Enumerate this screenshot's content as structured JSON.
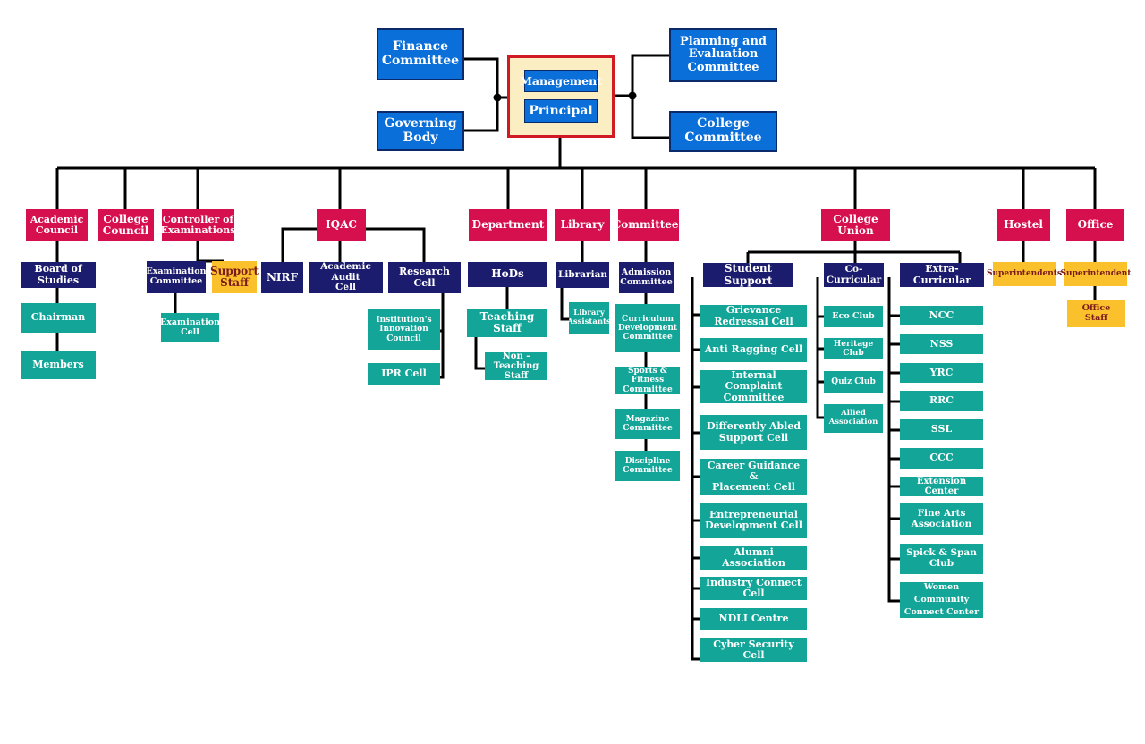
{
  "top": {
    "finance_committee": "Finance\nCommittee",
    "governing_body": "Governing\nBody",
    "management": "Management",
    "principal": "Principal",
    "planning_evaluation": "Planning and\nEvaluation\nCommittee",
    "college_committee": "College\nCommittee"
  },
  "academic_council": {
    "title": "Academic\nCouncil",
    "board_of_studies": "Board of Studies",
    "chairman": "Chairman",
    "members": "Members"
  },
  "college_council": {
    "title": "College\nCouncil"
  },
  "controller": {
    "title": "Controller of\nExaminations",
    "examination_committee": "Examination\nCommittee",
    "examination_cell": "Examination\nCell",
    "support_staff": "Support\nStaff"
  },
  "iqac": {
    "title": "IQAC",
    "nirf": "NIRF",
    "academic_audit_cell": "Academic Audit\nCell",
    "research_cell": "Research Cell",
    "innovation_council": "Institution's\nInnovation Council",
    "ipr_cell": "IPR Cell"
  },
  "department": {
    "title": "Department",
    "hods": "HoDs",
    "teaching_staff": "Teaching Staff",
    "non_teaching_staff": "Non - Teaching\nStaff"
  },
  "library": {
    "title": "Library",
    "librarian": "Librarian",
    "library_assistants": "Library\nAssistants"
  },
  "committees": {
    "title": "Committees",
    "items": [
      "Admission\nCommittee",
      "Curriculum\nDevelopment\nCommittee",
      "Sports & Fitness\nCommittee",
      "Magazine\nCommittee",
      "Discipline\nCommittee"
    ]
  },
  "college_union": {
    "title": "College Union",
    "student_support": {
      "title": "Student Support",
      "items": [
        "Grievance Redressal Cell",
        "Anti Ragging Cell",
        "Internal Complaint\nCommittee",
        "Differently Abled\nSupport Cell",
        "Career Guidance &\nPlacement Cell",
        "Entrepreneurial\nDevelopment Cell",
        "Alumni Association",
        "Industry Connect Cell",
        "NDLI Centre",
        "Cyber Security Cell"
      ]
    },
    "co_curricular": {
      "title": "Co-Curricular",
      "items": [
        "Eco Club",
        "Heritage Club",
        "Quiz Club",
        "Allied\nAssociation"
      ]
    },
    "extra_curricular": {
      "title": "Extra-Curricular",
      "items": [
        "NCC",
        "NSS",
        "YRC",
        "RRC",
        "SSL",
        "CCC",
        "Extension Center",
        "Fine Arts\nAssociation",
        "Spick & Span\nClub",
        "Women Community\nConnect Center"
      ]
    }
  },
  "hostel": {
    "title": "Hostel",
    "superintendents": "Superintendents"
  },
  "office": {
    "title": "Office",
    "superintendent": "Superintendent",
    "office_staff": "Office Staff"
  },
  "colors": {
    "top_blue": "#0b6fd9",
    "head_red": "#d6104f",
    "sub_navy": "#1c1c6e",
    "leaf_teal": "#13a597",
    "staff_yellow": "#fbc12d",
    "frame_red": "#d11b24",
    "frame_fill": "#fbeec2"
  }
}
